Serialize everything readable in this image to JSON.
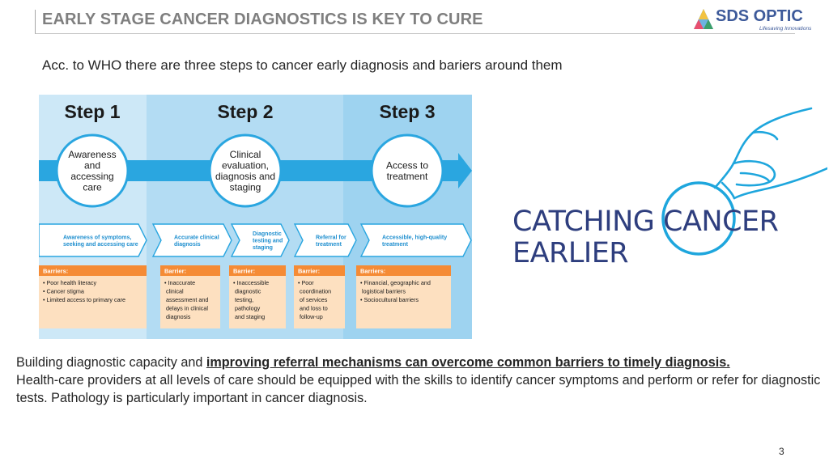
{
  "header": {
    "title": "EARLY STAGE CANCER DIAGNOSTICS IS KEY TO CURE",
    "logo_name": "SDS OPTIC",
    "logo_tagline": "Lifesaving Innovations"
  },
  "subtitle": "Acc. to WHO there are three steps to cancer early diagnosis and bariers around them",
  "diagram": {
    "steps": [
      {
        "title": "Step 1",
        "circle": [
          "Awareness",
          "and",
          "accessing",
          "care"
        ]
      },
      {
        "title": "Step 2",
        "circle": [
          "Clinical",
          "evaluation,",
          "diagnosis and",
          "staging"
        ]
      },
      {
        "title": "Step 3",
        "circle": [
          "Access to",
          "treatment"
        ]
      }
    ],
    "chevrons": [
      {
        "lines": [
          "Awareness of symptoms,",
          "seeking and accessing care"
        ]
      },
      {
        "lines": [
          "Accurate clinical",
          "diagnosis"
        ]
      },
      {
        "lines": [
          "Diagnostic",
          "testing and",
          "staging"
        ]
      },
      {
        "lines": [
          "Referral for",
          "treatment"
        ]
      },
      {
        "lines": [
          "Accessible, high-quality",
          "treatment"
        ]
      }
    ],
    "barriers": [
      {
        "heading": "Barriers:",
        "items": [
          "• Poor health literacy",
          "• Cancer stigma",
          "• Limited access to primary care"
        ]
      },
      {
        "heading": "Barrier:",
        "items": [
          "• Inaccurate",
          "  clinical",
          "  assessment and",
          "  delays in clinical",
          "  diagnosis"
        ]
      },
      {
        "heading": "Barrier:",
        "items": [
          "• Inaccessible",
          "  diagnostic",
          "  testing,",
          "  pathology",
          "  and staging"
        ]
      },
      {
        "heading": "Barrier:",
        "items": [
          "• Poor",
          "  coordination",
          "  of services",
          "  and loss to",
          "  follow-up"
        ]
      },
      {
        "heading": "Barriers:",
        "items": [
          "• Financial, geographic and",
          "  logistical barriers",
          "• Sociocultural barriers"
        ]
      }
    ],
    "colors": {
      "step1_bg": "#cde8f7",
      "step2_bg": "#b3dcf3",
      "step3_bg": "#9ed3f0",
      "arrow": "#2aa6e0",
      "chevron_text": "#1f8fcf",
      "barrier_head": "#f58b35",
      "barrier_body": "#fde0c0"
    }
  },
  "catching_cancer": {
    "line1_before": "CATCHING C",
    "line1_circle": "AN",
    "line1_after": "CER",
    "line2": "EARLIER",
    "color": "#2e3e7e",
    "accent": "#1ea6dd",
    "hand_icon": "hand-holding-magnifier-icon"
  },
  "body": {
    "p1_plain": "Building diagnostic capacity and ",
    "p1_emphasis": "improving referral mechanisms can overcome common barriers to timely diagnosis.",
    "p2": "Health-care providers at all levels of care should be equipped with the skills to identify cancer symptoms and perform or refer for diagnostic tests. Pathology is particularly important in cancer diagnosis."
  },
  "page_number": "3"
}
